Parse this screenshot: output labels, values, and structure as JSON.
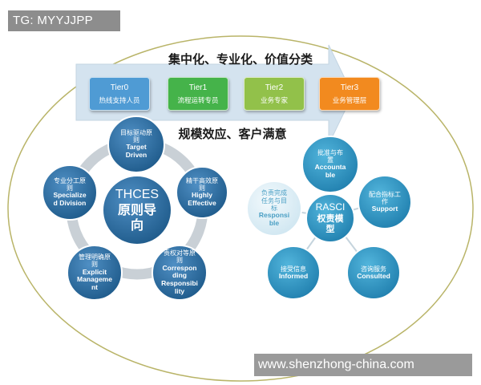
{
  "overlay_tag": "TG: MYYJJPP",
  "watermark": "www.shenzhong-china.com",
  "banner": {
    "title": "集中化、专业化、价值分类",
    "subtitle": "规模效应、客户满意"
  },
  "tiers": [
    {
      "name": "Tier0",
      "desc": "热线支持人员",
      "color": "#4f9bd4"
    },
    {
      "name": "Tier1",
      "desc": "流程运转专员",
      "color": "#45b34a"
    },
    {
      "name": "Tier2",
      "desc": "业务专家",
      "color": "#92c14a"
    },
    {
      "name": "Tier3",
      "desc": "业务管理层",
      "color": "#f28a1f"
    }
  ],
  "thces": {
    "center": {
      "en": "THCES",
      "cn": "原则导\n向"
    },
    "nodes": [
      {
        "cn": "目标驱动原\n则",
        "en": "Target\nDriven"
      },
      {
        "cn": "精干高效原\n则",
        "en": "Highly\nEffective"
      },
      {
        "cn": "责权对等原\n则",
        "en": "Correspon\nding\nResponsibi\nlity"
      },
      {
        "cn": "管理明确原\n则",
        "en": "Explicit\nManageme\nnt"
      },
      {
        "cn": "专业分工原\n则",
        "en": "Specialize\nd Division"
      }
    ]
  },
  "rasci": {
    "center": {
      "en": "RASCI",
      "cn": "权责模\n型"
    },
    "nodes": [
      {
        "cn": "批准与布\n置",
        "en": "Accounta\nble"
      },
      {
        "cn": "配合指标工\n作",
        "en": "Support"
      },
      {
        "cn": "咨询服务",
        "en": "Consulted"
      },
      {
        "cn": "接受信息",
        "en": "Informed"
      },
      {
        "cn": "负责完成\n任务与目\n标",
        "en": "Responsi\nble"
      }
    ]
  },
  "colors": {
    "ellipse_border": "#b9b468",
    "arrow_fill": "#d4e3ef",
    "node_blue": "#2d6e9e",
    "node_teal": "#2f8fbf",
    "ring_grey": "#c9d0d6",
    "pale_node": "#e3f1f8"
  }
}
